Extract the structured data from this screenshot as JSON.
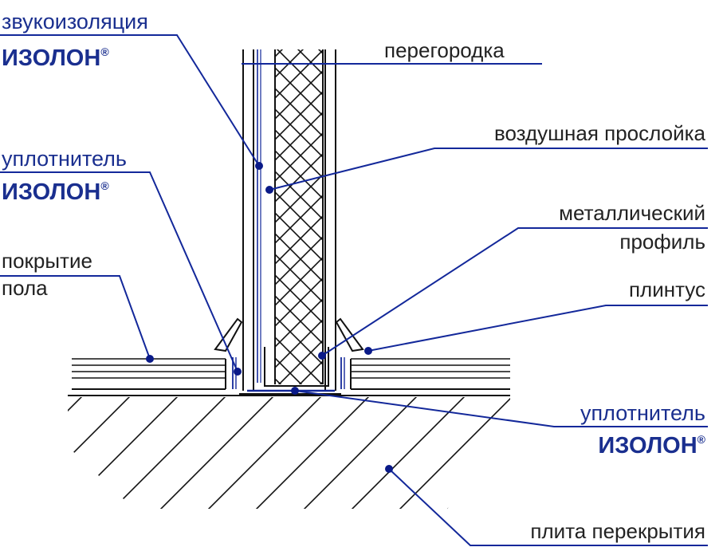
{
  "colors": {
    "accent": "#1a2f8f",
    "ink": "#111111",
    "background": "#ffffff"
  },
  "labels": {
    "zvuko": {
      "line1": "звукоизоляция",
      "brand": "ИЗОЛОН",
      "reg": "®"
    },
    "uplot_left": {
      "line1": "уплотнитель",
      "brand": "ИЗОЛОН",
      "reg": "®"
    },
    "pokrytie": {
      "line1": "покрытие",
      "line2": "пола"
    },
    "peregorodka": "перегородка",
    "vozdush": "воздушная прослойка",
    "metall": {
      "line1": "металлический",
      "line2": "профиль"
    },
    "plintus": "плинтус",
    "uplot_right": {
      "line1": "уплотнитель",
      "brand": "ИЗОЛОН",
      "reg": "®"
    },
    "plita": "плита перекрытия"
  }
}
